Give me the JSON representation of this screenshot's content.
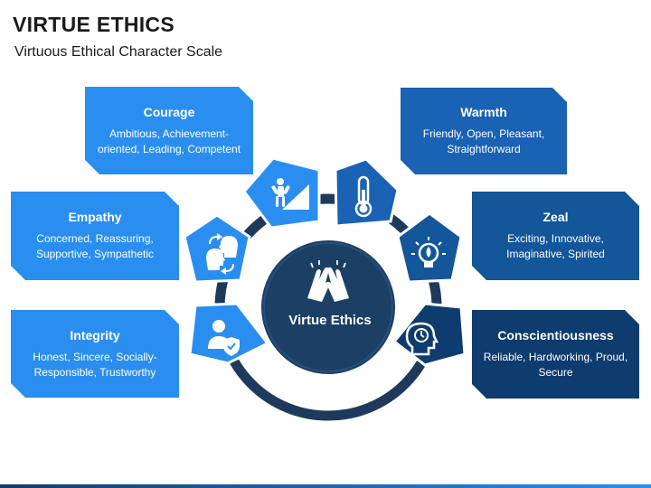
{
  "title": "VIRTUE ETHICS",
  "subtitle": "Virtuous Ethical Character Scale",
  "center": {
    "label": "Virtue Ethics",
    "icon": "raised-hands-icon"
  },
  "cards": [
    {
      "heading": "Courage",
      "description": "Ambitious, Achievement-oriented, Leading, Competent",
      "icon": "climber-icon"
    },
    {
      "heading": "Empathy",
      "description": "Concerned, Reassuring, Supportive, Sympathetic",
      "icon": "exchange-heads-icon"
    },
    {
      "heading": "Integrity",
      "description": "Honest, Sincere, Socially-Responsible, Trustworthy",
      "icon": "user-shield-icon"
    },
    {
      "heading": "Warmth",
      "description": "Friendly, Open, Pleasant, Straightforward",
      "icon": "thermometer-icon"
    },
    {
      "heading": "Zeal",
      "description": "Exciting, Innovative, Imaginative, Spirited",
      "icon": "bulb-flame-icon"
    },
    {
      "heading": "Conscientiousness",
      "description": "Reliable, Hardworking, Proud, Secure",
      "icon": "head-clock-icon"
    }
  ],
  "colors": {
    "light_blue": "#2a8ef0",
    "mid_blue": "#1a62b4",
    "dark_blue": "#0e3c6e",
    "ring": "#1d3a5c",
    "center": "#1c3f66"
  }
}
